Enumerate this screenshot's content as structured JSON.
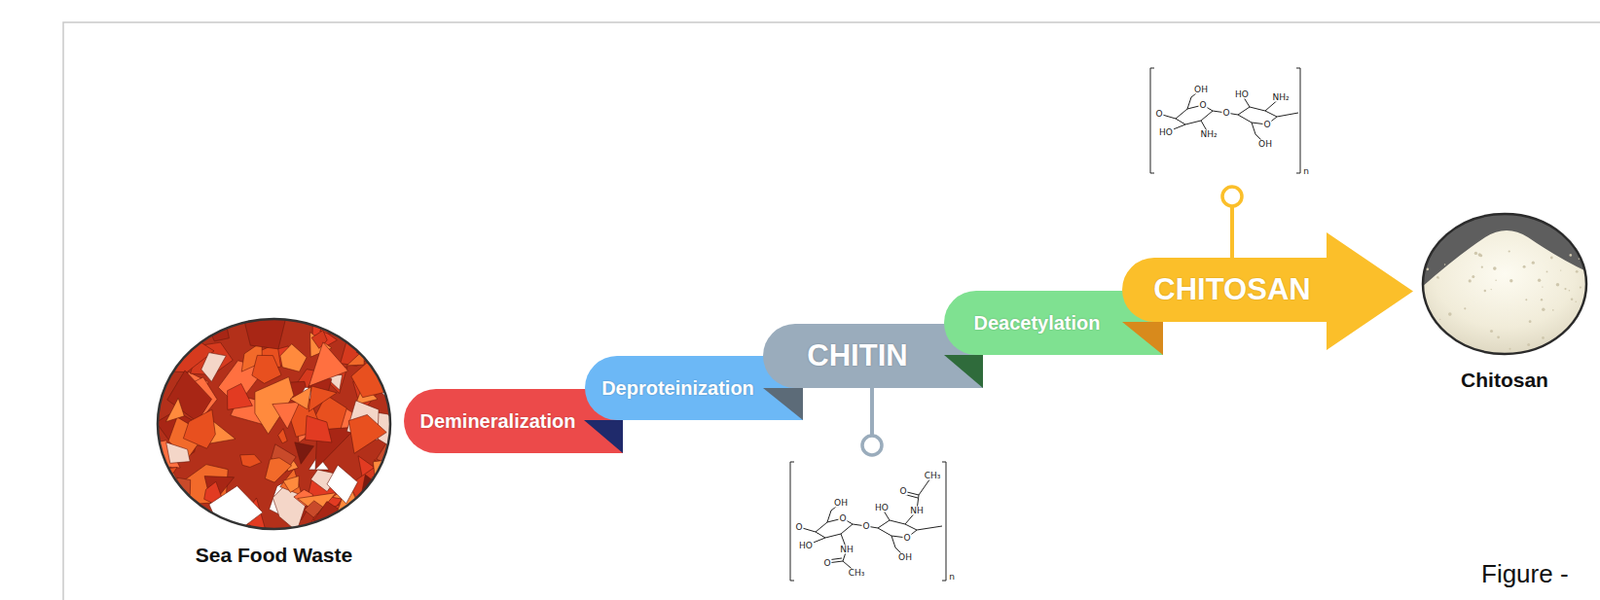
{
  "diagram": {
    "caption": "Figure -",
    "nodes": [
      {
        "text": [
          "Sea Food Waste"
        ]
      },
      {
        "text": [
          "Demineralization"
        ]
      },
      {
        "text": [
          "Deproteinization"
        ]
      },
      {
        "text": [
          "CHITIN"
        ]
      },
      {
        "text": [
          "Deacetylation"
        ]
      },
      {
        "text": [
          "CHITOSAN"
        ]
      },
      {
        "text": [
          "Chitosan"
        ]
      }
    ],
    "labels": [
      "OH",
      "O",
      "O",
      "HO",
      "NH₂",
      "O",
      "HO",
      "NH₂",
      "O",
      "OH",
      "n",
      "OH",
      "O",
      "HO",
      "O",
      "NH",
      "O",
      "CH₃",
      "O",
      "HO",
      "NH",
      "O",
      "OH",
      "O",
      "CH₃",
      "n"
    ]
  }
}
